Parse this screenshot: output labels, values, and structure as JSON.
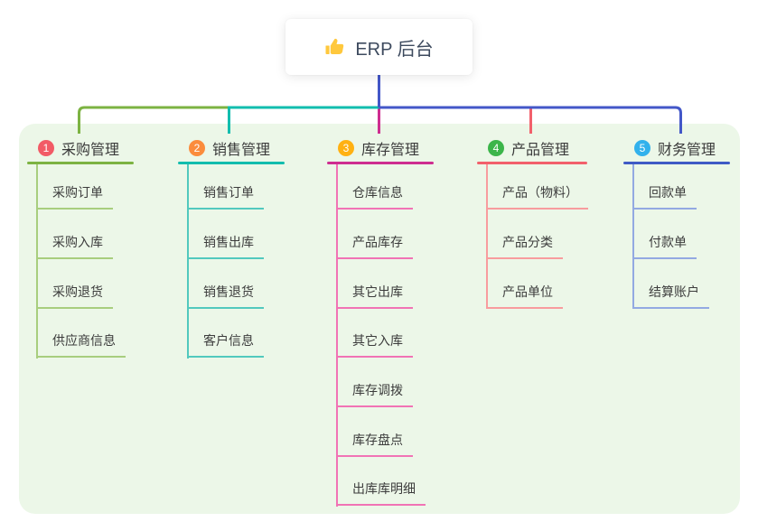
{
  "root": {
    "label": "ERP 后台",
    "icon": "thumbs-up",
    "icon_color": "#FFC83D"
  },
  "canvas": {
    "background": "#FFFFFF",
    "panel_background": "#ECF7E8"
  },
  "connector": {
    "blue": "#4357C8",
    "green": "#7CB342",
    "teal": "#12BDAE",
    "magenta": "#CE2D90",
    "red": "#F2606B"
  },
  "branches": [
    {
      "number": "1",
      "label": "采购管理",
      "colors": {
        "badge": "#F25B66",
        "strong": "#7CB342",
        "light": "#A8CE7E"
      },
      "children": [
        {
          "label": "采购订单"
        },
        {
          "label": "采购入库"
        },
        {
          "label": "采购退货"
        },
        {
          "label": "供应商信息"
        }
      ]
    },
    {
      "number": "2",
      "label": "销售管理",
      "colors": {
        "badge": "#FB8C3C",
        "strong": "#12BDAE",
        "light": "#52C9BE"
      },
      "children": [
        {
          "label": "销售订单"
        },
        {
          "label": "销售出库"
        },
        {
          "label": "销售退货"
        },
        {
          "label": "客户信息"
        }
      ]
    },
    {
      "number": "3",
      "label": "库存管理",
      "colors": {
        "badge": "#FFB112",
        "strong": "#CE2D90",
        "light": "#F173B5"
      },
      "children": [
        {
          "label": "仓库信息"
        },
        {
          "label": "产品库存"
        },
        {
          "label": "其它出库"
        },
        {
          "label": "其它入库"
        },
        {
          "label": "库存调拨"
        },
        {
          "label": "库存盘点"
        },
        {
          "label": "出库库明细"
        }
      ]
    },
    {
      "number": "4",
      "label": "产品管理",
      "colors": {
        "badge": "#3CB54A",
        "strong": "#F2606B",
        "light": "#F89C9E"
      },
      "children": [
        {
          "label": "产品（物料）"
        },
        {
          "label": "产品分类"
        },
        {
          "label": "产品单位"
        }
      ]
    },
    {
      "number": "5",
      "label": "财务管理",
      "colors": {
        "badge": "#32B1EC",
        "strong": "#3F5AC5",
        "light": "#93A9E2"
      },
      "children": [
        {
          "label": "回款单"
        },
        {
          "label": "付款单"
        },
        {
          "label": "结算账户"
        }
      ]
    }
  ]
}
